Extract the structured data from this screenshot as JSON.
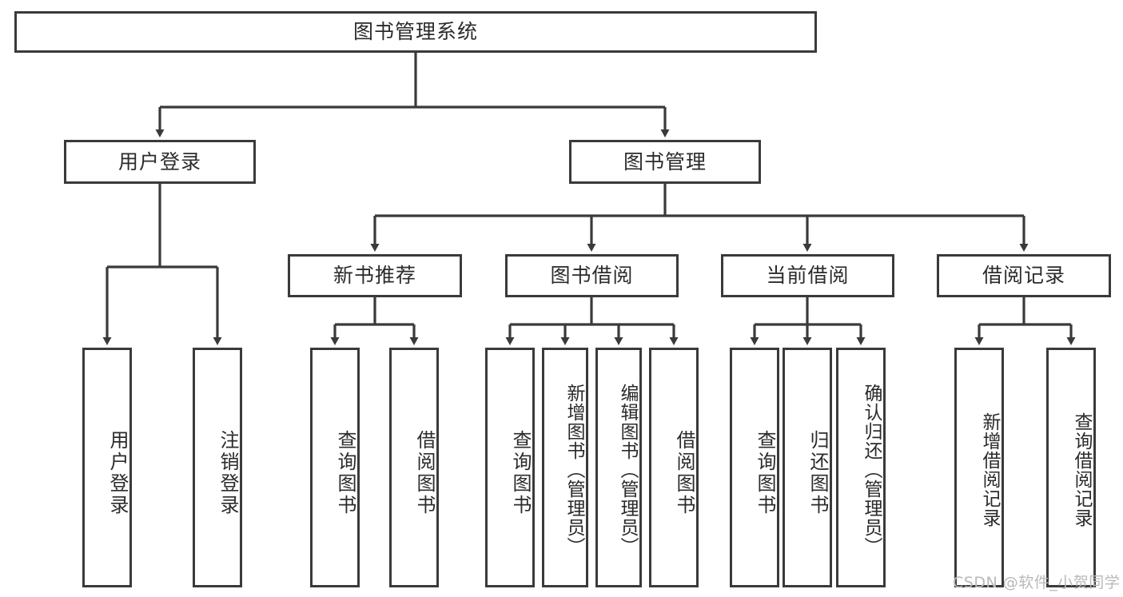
{
  "diagram": {
    "title": "图书管理系统",
    "type": "hierarchy-tree",
    "stroke_color": "#3a3a3a",
    "text_color": "#2b2b2b",
    "background_color": "#ffffff",
    "root": {
      "label": "图书管理系统"
    },
    "level2": [
      {
        "label": "用户登录"
      },
      {
        "label": "图书管理"
      }
    ],
    "level3": [
      {
        "label": "新书推荐"
      },
      {
        "label": "图书借阅"
      },
      {
        "label": "当前借阅"
      },
      {
        "label": "借阅记录"
      }
    ],
    "leaves": {
      "user_login": [
        {
          "label": "用户登录"
        },
        {
          "label": "注销登录"
        }
      ],
      "new_book_recommend": [
        {
          "label": "查询图书"
        },
        {
          "label": "借阅图书"
        }
      ],
      "book_borrow": [
        {
          "label": "查询图书"
        },
        {
          "label": "新增图书（管理员）"
        },
        {
          "label": "编辑图书（管理员）"
        },
        {
          "label": "借阅图书"
        }
      ],
      "current_borrow": [
        {
          "label": "查询图书"
        },
        {
          "label": "归还图书"
        },
        {
          "label": "确认归还（管理员）"
        }
      ],
      "borrow_record": [
        {
          "label": "新增借阅记录"
        },
        {
          "label": "查询借阅记录"
        }
      ]
    }
  },
  "watermark": {
    "text": "CSDN @软件_小贺同学"
  }
}
